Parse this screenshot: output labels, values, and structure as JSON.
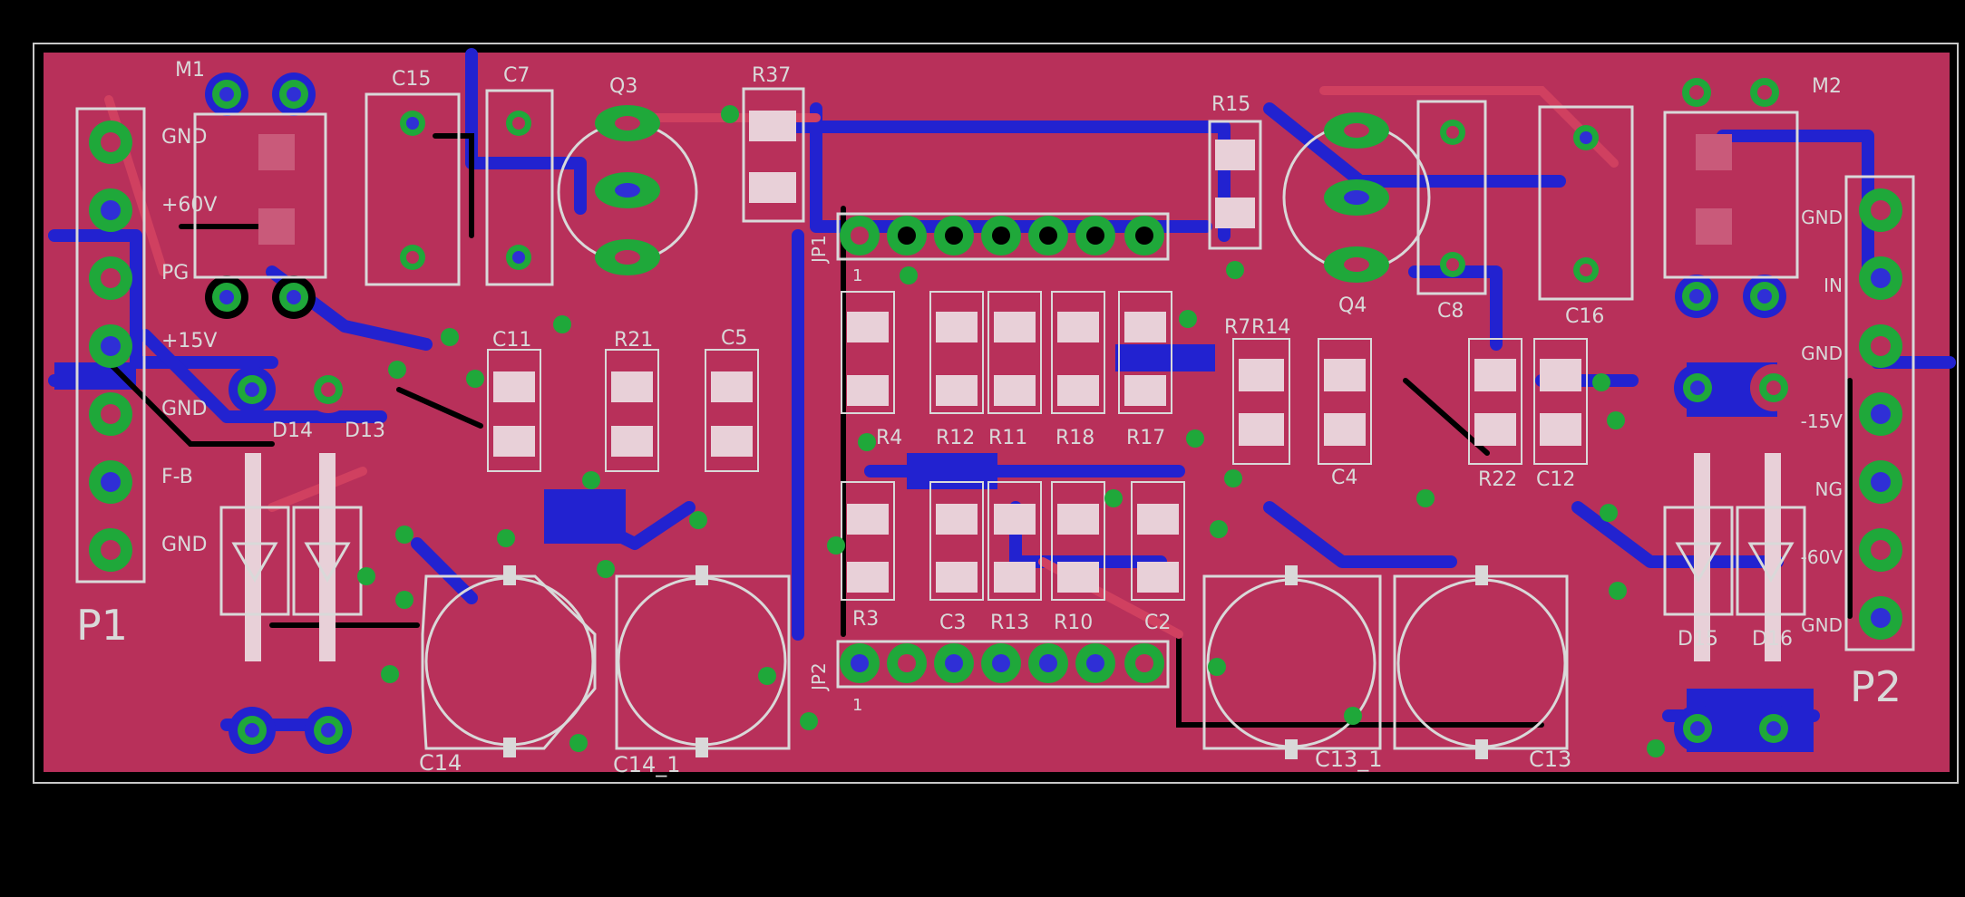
{
  "colors": {
    "background": "#000000",
    "board_outline": "#c8c8c8",
    "top_copper": "#b8305a",
    "bottom_copper": "#2222d0",
    "pad_ring": "#1fa83a",
    "pad_hole": "#2f2fd6",
    "silkscreen": "#d9d9d9",
    "smd_pad": "#e8d0d8"
  },
  "connectors": {
    "P1": {
      "name": "P1",
      "pins": [
        "GND",
        "+60V",
        "PG",
        "+15V",
        "GND",
        "F-B",
        "GND"
      ]
    },
    "P2": {
      "name": "P2",
      "pins": [
        "GND",
        "IN",
        "GND",
        "-15V",
        "NG",
        "-60V",
        "GND"
      ]
    }
  },
  "headers": {
    "JP1": {
      "name": "JP1",
      "pin1": "1"
    },
    "JP2": {
      "name": "JP2",
      "pin1": "1"
    }
  },
  "silk_labels": {
    "M1": "M1",
    "M2": "M2",
    "C15": "C15",
    "C7": "C7",
    "Q3": "Q3",
    "R37": "R37",
    "R15": "R15",
    "C11": "C11",
    "R21": "R21",
    "C5": "C5",
    "D14": "D14",
    "D13": "D13",
    "D15": "D15",
    "D16": "D16",
    "R4": "R4",
    "R12": "R12",
    "R11": "R11",
    "R18": "R18",
    "R17": "R17",
    "R7": "R7",
    "R14": "R14",
    "Q4": "Q4",
    "C8": "C8",
    "C16": "C16",
    "C4": "C4",
    "R22": "R22",
    "C12": "C12",
    "R3": "R3",
    "C3": "C3",
    "R13": "R13",
    "R10": "R10",
    "C2": "C2",
    "C14": "C14",
    "C14_1": "C14_1",
    "C13_1": "C13_1",
    "C13": "C13"
  }
}
